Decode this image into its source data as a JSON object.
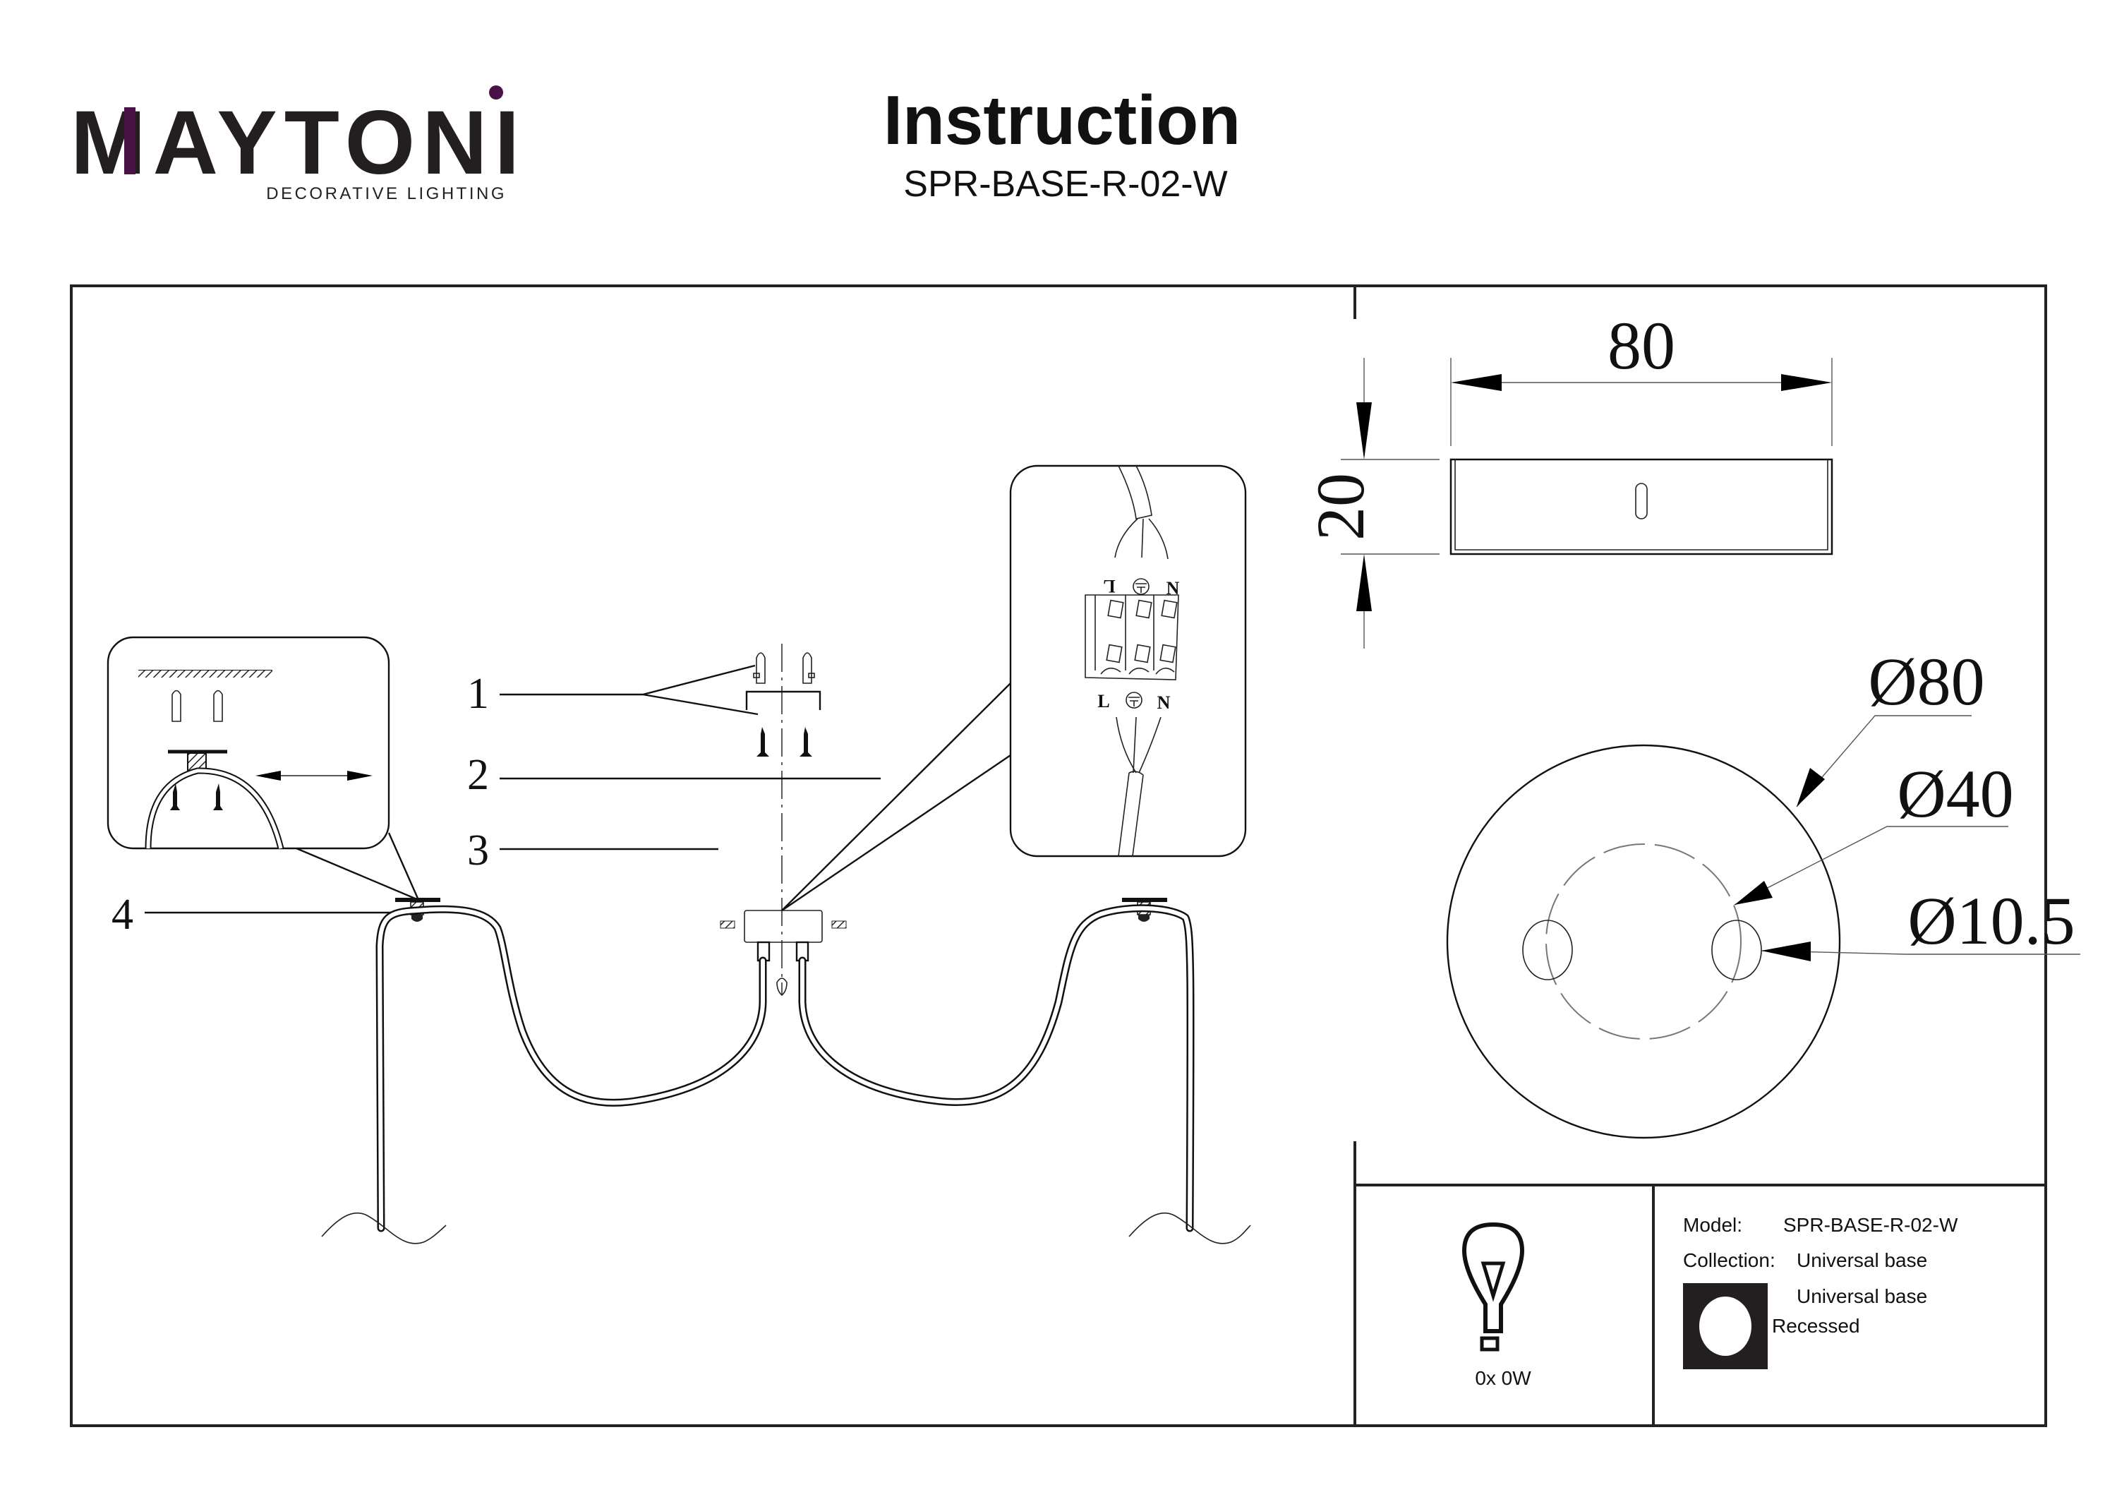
{
  "header": {
    "brand": {
      "name": "MAYTONI",
      "tagline": "DECORATIVE LIGHTING",
      "accent_color": "#4b1248"
    },
    "title": "Instruction",
    "model_code": "SPR-BASE-R-02-W"
  },
  "assembly_diagram": {
    "callouts": [
      {
        "number": "1",
        "part": "wall plugs, mounting bracket and screws"
      },
      {
        "number": "2",
        "part": "terminal block connection"
      },
      {
        "number": "3",
        "part": "canopy base with side screws"
      },
      {
        "number": "4",
        "part": "cable hook"
      }
    ],
    "terminal_labels_top": [
      "L",
      "earth",
      "N"
    ],
    "terminal_labels_bottom": [
      "L",
      "earth",
      "N"
    ]
  },
  "dimensions": {
    "unit": "mm",
    "side_view": {
      "width": "80",
      "height": "20"
    },
    "top_view": {
      "outer_diameter": "Ø80",
      "bolt_circle_diameter": "Ø40",
      "hole_diameter": "Ø10.5"
    }
  },
  "title_block": {
    "lamp_rating": "0x 0W",
    "model_label": "Model:",
    "model_value": "SPR-BASE-R-02-W",
    "collection_label": "Collection:",
    "collection_value": "Universal base",
    "type_name": "Universal base",
    "mount_type": "Recessed"
  }
}
